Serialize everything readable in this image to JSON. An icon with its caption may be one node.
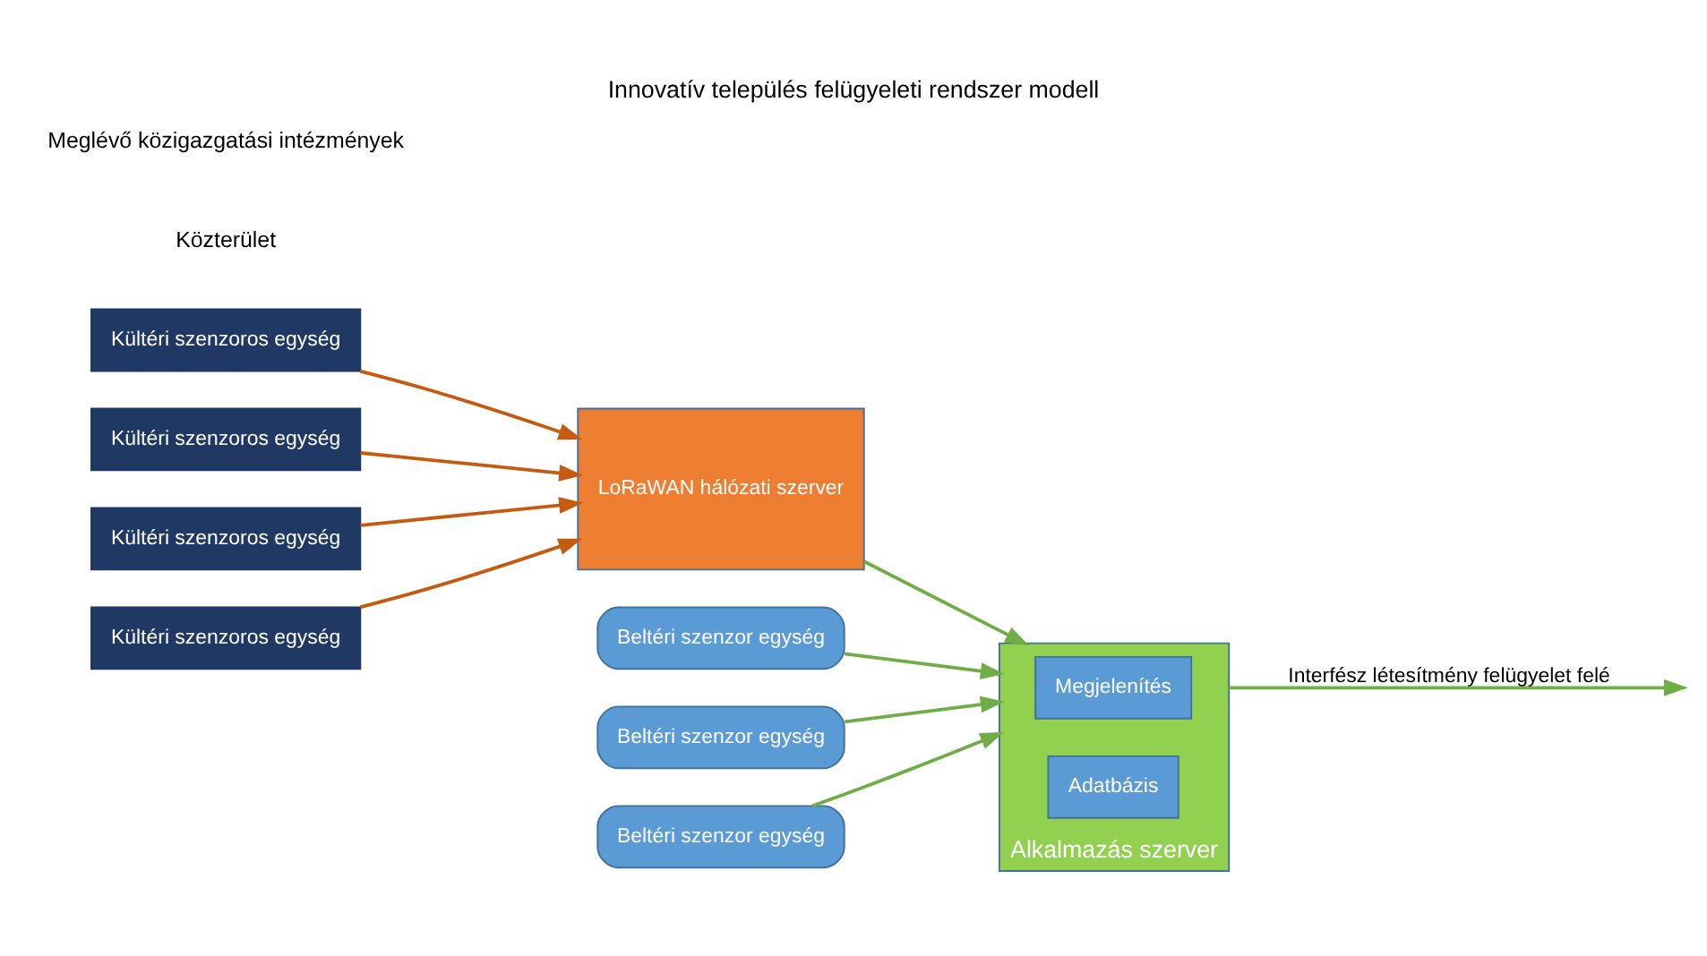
{
  "diagram": {
    "title": "Innovatív település felügyeleti rendszer modell",
    "nodes": [
      {
        "text": [
          "Kültéri szenzoros egység"
        ]
      },
      {
        "text": [
          "Kültéri szenzoros egység"
        ]
      },
      {
        "text": [
          "Kültéri szenzoros egység"
        ]
      },
      {
        "text": [
          "Kültéri szenzoros egység"
        ]
      },
      {
        "text": [
          "LoRaWAN hálózati szerver"
        ]
      },
      {
        "text": [
          "Beltéri szenzor egység"
        ]
      },
      {
        "text": [
          "Beltéri szenzor egység"
        ]
      },
      {
        "text": [
          "Beltéri szenzor egység"
        ]
      },
      {
        "text": [
          "Alkalmazás szerver"
        ]
      },
      {
        "text": [
          "Megjelenítés"
        ],
        "in": 8
      },
      {
        "text": [
          "Adatbázis"
        ],
        "in": 8
      }
    ],
    "edges": [
      {
        "from": 0,
        "to": 4,
        "arrow": "to",
        "color": "#c55a11"
      },
      {
        "from": 1,
        "to": 4,
        "arrow": "to",
        "color": "#c55a11"
      },
      {
        "from": 2,
        "to": 4,
        "arrow": "to",
        "color": "#c55a11"
      },
      {
        "from": 3,
        "to": 4,
        "arrow": "to",
        "color": "#c55a11"
      },
      {
        "from": 4,
        "to": 8,
        "arrow": "to"
      },
      {
        "from": 5,
        "to": 8,
        "arrow": "to"
      },
      {
        "from": 6,
        "to": 8,
        "arrow": "to"
      },
      {
        "from": 7,
        "to": 8,
        "arrow": "to"
      },
      {
        "from": 8,
        "to": null,
        "arrow": "to",
        "label": "Interfész létesítmény felügyelet felé"
      }
    ],
    "labels": [
      "Közterület",
      "Meglévő közigazgatási intézmények"
    ]
  }
}
